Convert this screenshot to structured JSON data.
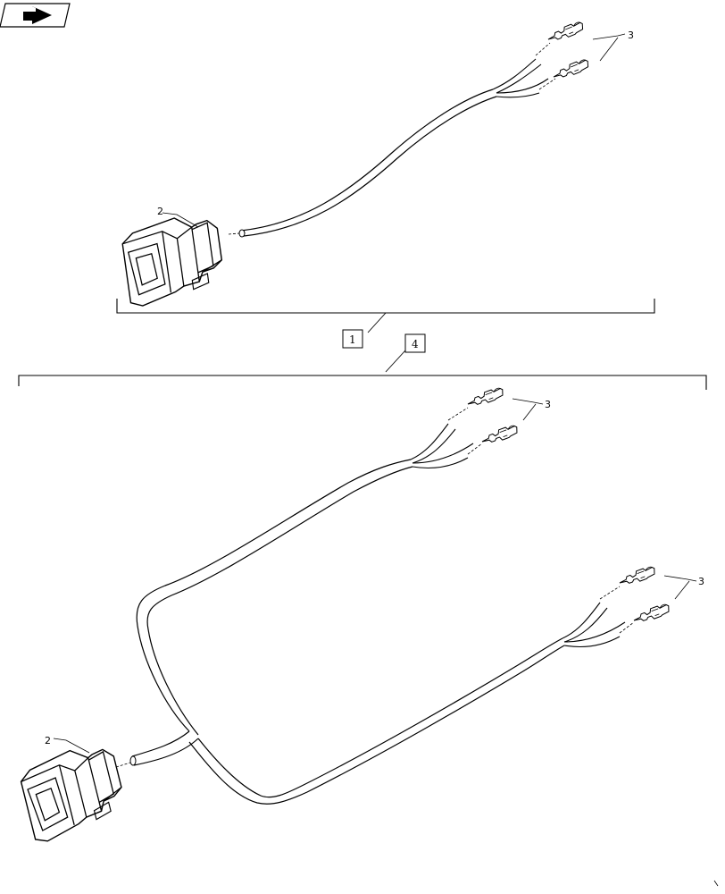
{
  "nav": {
    "icon": "page-forward-icon"
  },
  "callouts": {
    "harness_short_connector": "2",
    "harness_short_terminals": "3",
    "assembly_1": "1",
    "assembly_4": "4",
    "harness_long_terminals_top": "3",
    "harness_long_terminals_right": "3",
    "harness_long_connector": "2"
  },
  "colors": {
    "line": "#000000",
    "background": "#ffffff"
  }
}
